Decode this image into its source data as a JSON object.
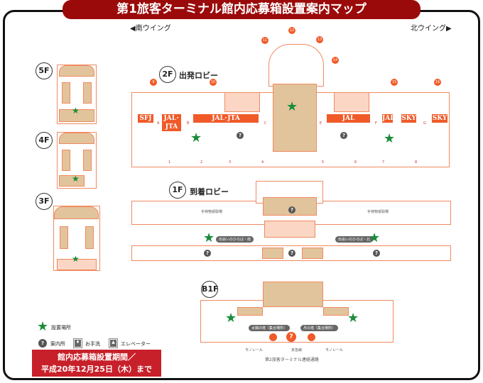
{
  "title": "第1旅客ターミナル館内応募箱設置案内マップ",
  "wings": {
    "south": "◀南ウイング",
    "north": "北ウイング▶"
  },
  "floors": {
    "f5": "5F",
    "f4": "4F",
    "f3": "3F",
    "f2": {
      "label": "2F",
      "name": "出発ロビー",
      "gates": [
        "9",
        "10",
        "11",
        "12",
        "13",
        "14",
        "15",
        "16"
      ],
      "counters": [
        "SFJ",
        "JAL･JTA",
        "JAL･JTA",
        "JAL",
        "JAL",
        "SKY",
        "SKY"
      ],
      "doors": [
        "A",
        "B",
        "C",
        "E",
        "F",
        "G"
      ],
      "entrances": [
        "1",
        "2",
        "3",
        "4",
        "5",
        "6",
        "7",
        "8"
      ]
    },
    "f1": {
      "label": "1F",
      "name": "到着ロビー",
      "baggage": "手荷物受取場",
      "meet_south": "出会いのひろば・南",
      "meet_north": "出会いのひろば・北"
    },
    "b1": {
      "label": "B1F",
      "sun": "太陽の塔（集合場所）",
      "moon": "月の塔（集合場所）",
      "monorail": "モノレール",
      "keikyu": "京急線",
      "passage": "第2旅客ターミナル連絡通路"
    }
  },
  "legend": {
    "box": "設置場所",
    "info": "案内所",
    "toilet": "お手洗",
    "elevator": "エレベーター"
  },
  "period": {
    "line1": "館内応募箱設置期間／",
    "line2": "平成20年12月25日（木）まで"
  },
  "colors": {
    "title": "#9b0a0a",
    "accent": "#f05a28",
    "star": "#1a8c3a",
    "period": "#c8202a"
  }
}
